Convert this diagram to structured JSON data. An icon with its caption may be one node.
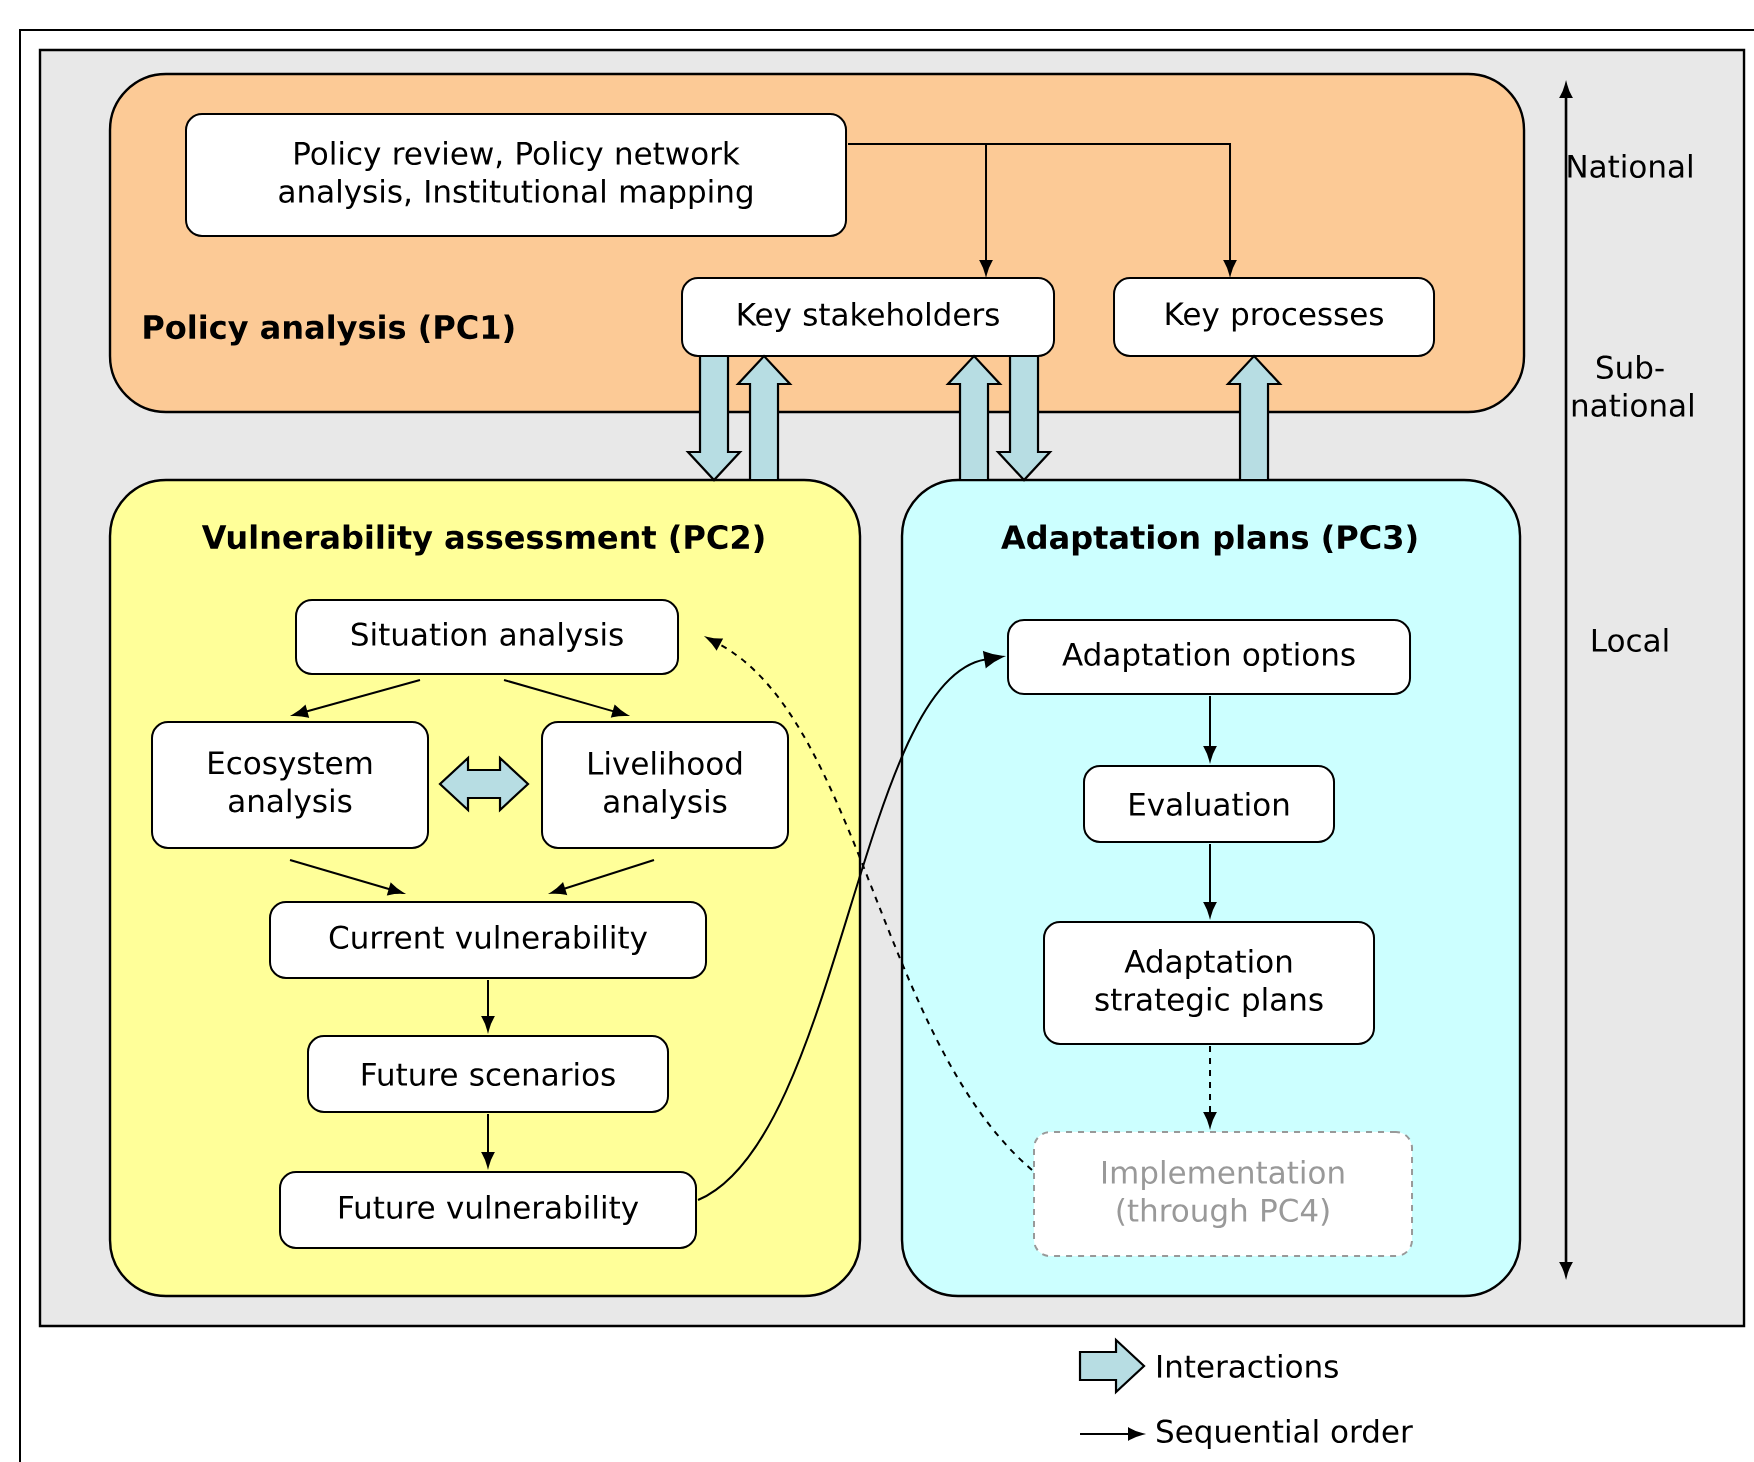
{
  "diagram": {
    "nodes": [
      {
        "text": [
          "Policy analysis (PC1)"
        ]
      },
      {
        "text": [
          "Policy review, Policy network analysis, Institutional mapping"
        ],
        "in": 0
      },
      {
        "text": [
          "Key stakeholders"
        ],
        "in": 0
      },
      {
        "text": [
          "Key processes"
        ],
        "in": 0
      },
      {
        "text": [
          "Vulnerability assessment (PC2)"
        ]
      },
      {
        "text": [
          "Situation analysis"
        ],
        "in": 4
      },
      {
        "text": [
          "Ecosystem analysis"
        ],
        "in": 4
      },
      {
        "text": [
          "Livelihood analysis"
        ],
        "in": 4
      },
      {
        "text": [
          "Current vulnerability"
        ],
        "in": 4
      },
      {
        "text": [
          "Future scenarios"
        ],
        "in": 4
      },
      {
        "text": [
          "Future vulnerability"
        ],
        "in": 4
      },
      {
        "text": [
          "Adaptation plans (PC3)"
        ]
      },
      {
        "text": [
          "Adaptation options"
        ],
        "in": 11
      },
      {
        "text": [
          "Evaluation"
        ],
        "in": 11
      },
      {
        "text": [
          "Adaptation strategic plans"
        ],
        "in": 11
      },
      {
        "text": [
          "Implementation (through PC4)"
        ],
        "in": 11
      }
    ],
    "edges": [
      {
        "from": 1,
        "to": 2,
        "arrow": "to"
      },
      {
        "from": 1,
        "to": 3,
        "arrow": "to"
      },
      {
        "from": 2,
        "to": 4,
        "arrow": "to",
        "style": "thick",
        "color": "#b7dde3"
      },
      {
        "from": 4,
        "to": 2,
        "arrow": "to",
        "style": "thick",
        "color": "#b7dde3"
      },
      {
        "from": 11,
        "to": 2,
        "arrow": "to",
        "style": "thick",
        "color": "#b7dde3"
      },
      {
        "from": 2,
        "to": 11,
        "arrow": "to",
        "style": "thick",
        "color": "#b7dde3"
      },
      {
        "from": 11,
        "to": 3,
        "arrow": "to",
        "style": "thick",
        "color": "#b7dde3"
      },
      {
        "from": 5,
        "to": 6,
        "arrow": "to"
      },
      {
        "from": 5,
        "to": 7,
        "arrow": "to"
      },
      {
        "from": 6,
        "to": 7,
        "arrow": "both",
        "style": "thick",
        "color": "#b7dde3"
      },
      {
        "from": 6,
        "to": 8,
        "arrow": "to"
      },
      {
        "from": 7,
        "to": 8,
        "arrow": "to"
      },
      {
        "from": 8,
        "to": 9,
        "arrow": "to"
      },
      {
        "from": 9,
        "to": 10,
        "arrow": "to"
      },
      {
        "from": 10,
        "to": 12,
        "arrow": "to"
      },
      {
        "from": 12,
        "to": 13,
        "arrow": "to"
      },
      {
        "from": 13,
        "to": 14,
        "arrow": "to"
      },
      {
        "from": 14,
        "to": 15,
        "arrow": "to",
        "style": "dashed"
      },
      {
        "from": 15,
        "to": 5,
        "arrow": "to",
        "style": "dashed"
      }
    ],
    "labels": [
      "National",
      "Sub-national",
      "Local"
    ],
    "legend": [
      {
        "text": "Interactions"
      },
      {
        "text": "Sequential order"
      }
    ]
  }
}
